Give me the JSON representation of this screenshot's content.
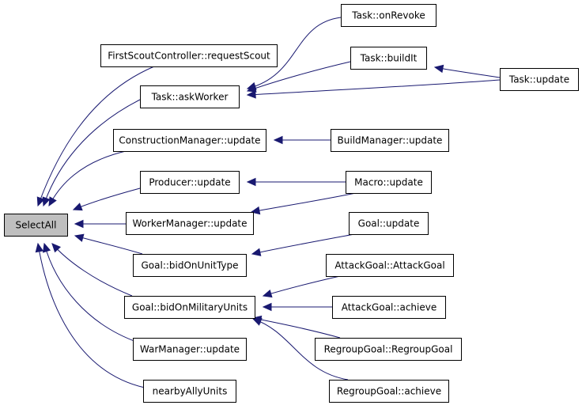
{
  "diagram": {
    "colors": {
      "edge": "#191970",
      "highlight_fill": "#bfbfbf",
      "node_fill": "#ffffff",
      "node_border": "#000000"
    },
    "nodes": [
      {
        "id": "selectall",
        "label": "SelectAll",
        "highlight": true
      },
      {
        "id": "firstscout",
        "label": "FirstScoutController::requestScout"
      },
      {
        "id": "askworker",
        "label": "Task::askWorker"
      },
      {
        "id": "constrmgr",
        "label": "ConstructionManager::update"
      },
      {
        "id": "producer",
        "label": "Producer::update"
      },
      {
        "id": "workermgr",
        "label": "WorkerManager::update"
      },
      {
        "id": "bidunittype",
        "label": "Goal::bidOnUnitType"
      },
      {
        "id": "bidmilitary",
        "label": "Goal::bidOnMilitaryUnits"
      },
      {
        "id": "warmgr",
        "label": "WarManager::update"
      },
      {
        "id": "nearbyally",
        "label": "nearbyAllyUnits"
      },
      {
        "id": "onrevoke",
        "label": "Task::onRevoke"
      },
      {
        "id": "buildit",
        "label": "Task::buildIt"
      },
      {
        "id": "taskupdate",
        "label": "Task::update"
      },
      {
        "id": "buildmgr",
        "label": "BuildManager::update"
      },
      {
        "id": "macro",
        "label": "Macro::update"
      },
      {
        "id": "goalupdate",
        "label": "Goal::update"
      },
      {
        "id": "attackctor",
        "label": "AttackGoal::AttackGoal"
      },
      {
        "id": "attackachieve",
        "label": "AttackGoal::achieve"
      },
      {
        "id": "regroupctor",
        "label": "RegroupGoal::RegroupGoal"
      },
      {
        "id": "regroupachieve",
        "label": "RegroupGoal::achieve"
      }
    ],
    "edges": [
      {
        "from": "firstscout",
        "to": "selectall"
      },
      {
        "from": "askworker",
        "to": "selectall"
      },
      {
        "from": "constrmgr",
        "to": "selectall"
      },
      {
        "from": "producer",
        "to": "selectall"
      },
      {
        "from": "workermgr",
        "to": "selectall"
      },
      {
        "from": "bidunittype",
        "to": "selectall"
      },
      {
        "from": "bidmilitary",
        "to": "selectall"
      },
      {
        "from": "warmgr",
        "to": "selectall"
      },
      {
        "from": "nearbyally",
        "to": "selectall"
      },
      {
        "from": "onrevoke",
        "to": "askworker"
      },
      {
        "from": "buildit",
        "to": "askworker"
      },
      {
        "from": "taskupdate",
        "to": "askworker"
      },
      {
        "from": "taskupdate",
        "to": "buildit"
      },
      {
        "from": "buildmgr",
        "to": "constrmgr"
      },
      {
        "from": "macro",
        "to": "producer"
      },
      {
        "from": "macro",
        "to": "workermgr"
      },
      {
        "from": "goalupdate",
        "to": "bidunittype"
      },
      {
        "from": "attackctor",
        "to": "bidmilitary"
      },
      {
        "from": "attackachieve",
        "to": "bidmilitary"
      },
      {
        "from": "regroupctor",
        "to": "bidmilitary"
      },
      {
        "from": "regroupachieve",
        "to": "bidmilitary"
      }
    ]
  }
}
